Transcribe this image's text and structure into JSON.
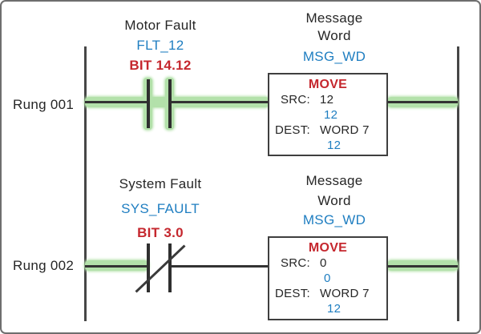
{
  "colors": {
    "tag_blue": "#1F7EC1",
    "alert_red": "#C5272E",
    "energized_green": "#B3E1AA"
  },
  "rungs": [
    {
      "label": "Rung 001",
      "contact": {
        "type": "normally-open",
        "comment": "Motor Fault",
        "tag": "FLT_12",
        "bit": "BIT 14.12"
      },
      "block": {
        "comment_line1": "Message",
        "comment_line2": "Word",
        "tag": "MSG_WD",
        "instruction": "MOVE",
        "src_label": "SRC:",
        "src_value": "12",
        "src_live_value": "12",
        "dest_label": "DEST:",
        "dest_value": "WORD 7",
        "dest_live_value": "12"
      }
    },
    {
      "label": "Rung 002",
      "contact": {
        "type": "normally-closed",
        "comment": "System Fault",
        "tag": "SYS_FAULT",
        "bit": "BIT 3.0"
      },
      "block": {
        "comment_line1": "Message",
        "comment_line2": "Word",
        "tag": "MSG_WD",
        "instruction": "MOVE",
        "src_label": "SRC:",
        "src_value": "0",
        "src_live_value": "0",
        "dest_label": "DEST:",
        "dest_value": "WORD 7",
        "dest_live_value": "12"
      }
    }
  ]
}
